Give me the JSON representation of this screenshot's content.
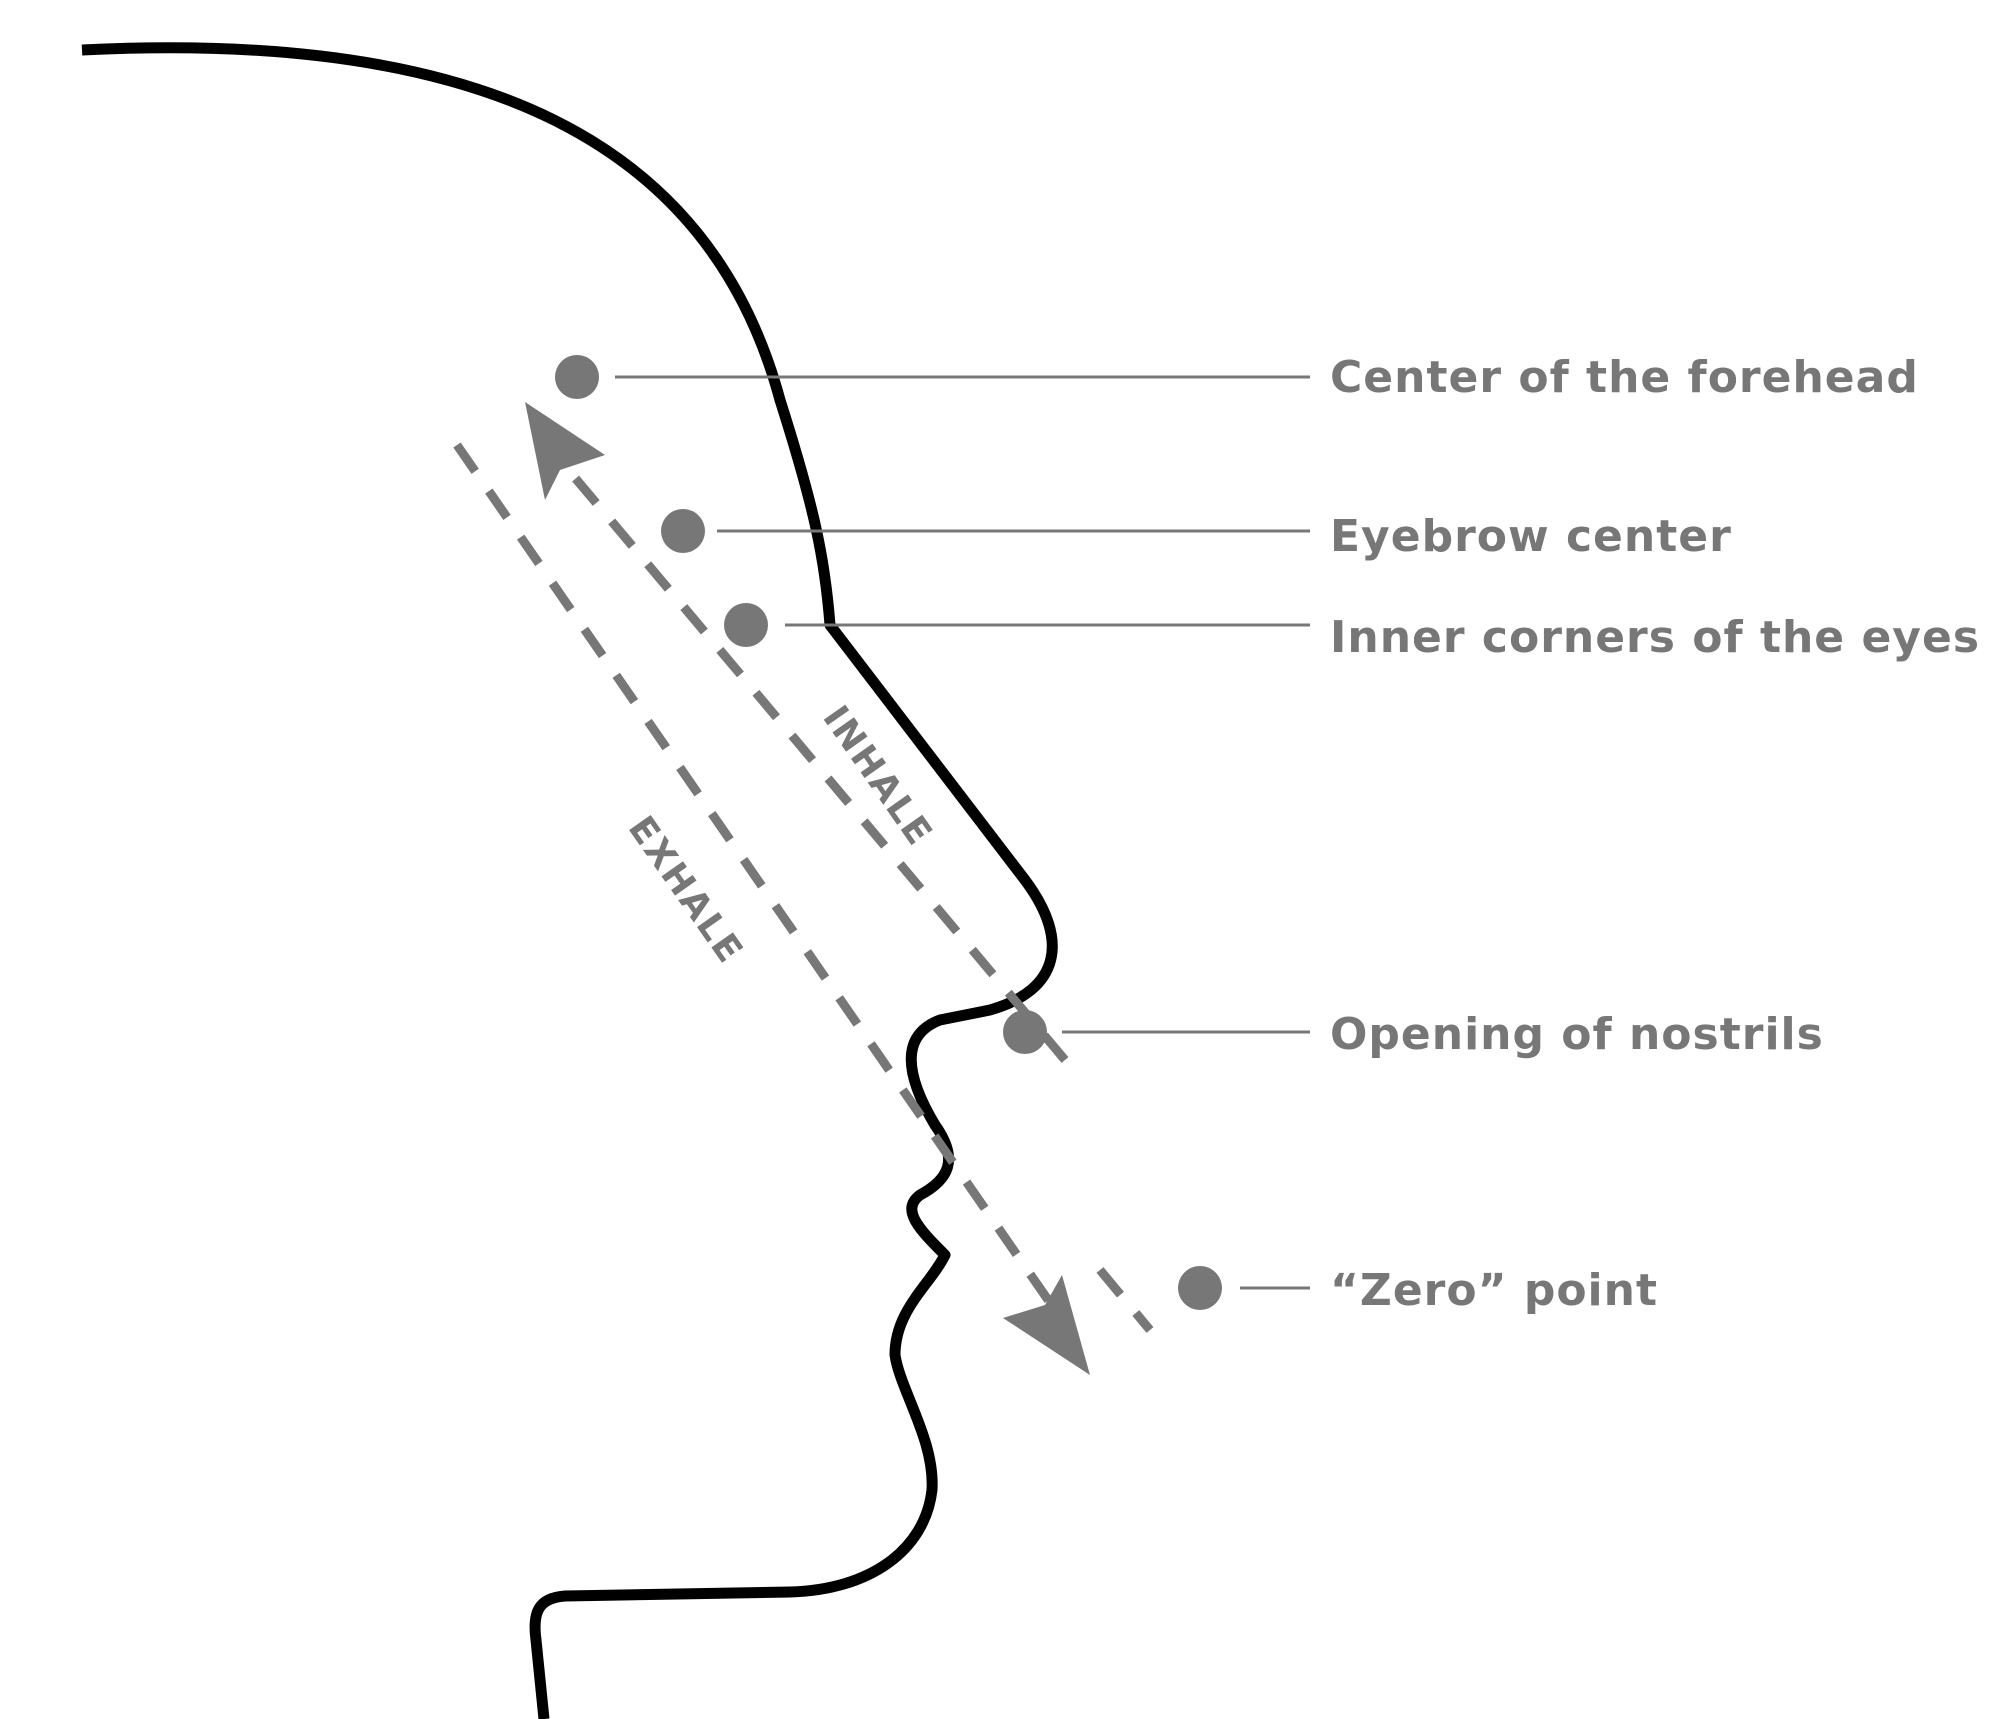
{
  "colors": {
    "outline": "#000000",
    "annotation": "#777777",
    "background": "#ffffff"
  },
  "labels": {
    "forehead": "Center of the forehead",
    "eyebrow": "Eyebrow center",
    "eyes": "Inner corners of the eyes",
    "nostrils": "Opening of nostrils",
    "zero": "“Zero” point"
  },
  "flows": {
    "inhale": "INHALE",
    "exhale": "EXHALE"
  }
}
